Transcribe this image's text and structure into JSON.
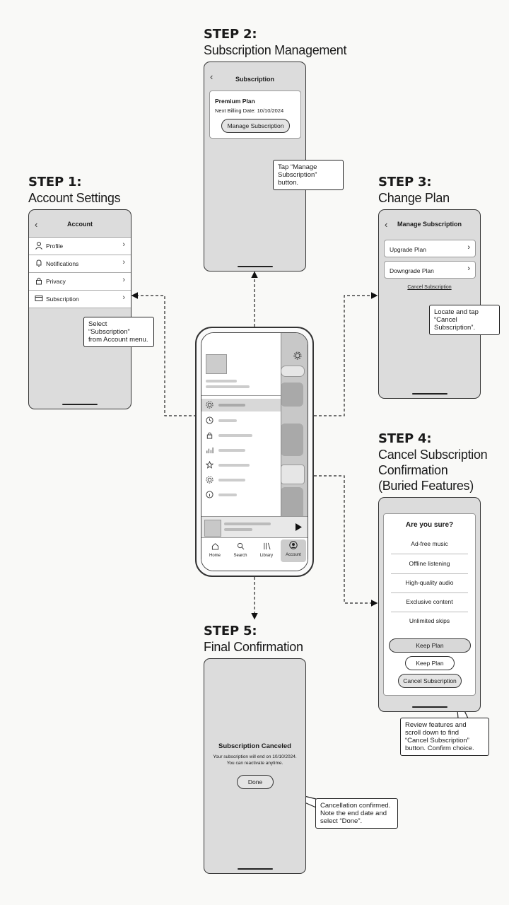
{
  "step1": {
    "number": "STEP 1:",
    "title": "Account Settings",
    "screen_title": "Account",
    "menu": [
      "Profile",
      "Notifications",
      "Privacy",
      "Subscription"
    ],
    "callout": [
      "Select",
      "“Subscription”",
      "from Account menu."
    ]
  },
  "step2": {
    "number": "STEP 2:",
    "title": "Subscription Management",
    "screen_title": "Subscription",
    "plan_name": "Premium Plan",
    "billing": "Next Billing Date: 10/10/2024",
    "button": "Manage Subscription",
    "callout": [
      "Tap “Manage",
      "Subscription”",
      "button."
    ]
  },
  "step3": {
    "number": "STEP 3:",
    "title": "Change Plan",
    "screen_title": "Manage Subscription",
    "options": [
      "Upgrade Plan",
      "Downgrade Plan"
    ],
    "cancel_link": "Cancel Subscription",
    "callout": [
      "Locate and tap",
      "“Cancel",
      "Subscription”."
    ]
  },
  "step4": {
    "number": "STEP 4:",
    "title_lines": [
      "Cancel Subscription",
      "Confirmation",
      "(Buried Features)"
    ],
    "heading": "Are you sure?",
    "features": [
      "Ad-free music",
      "Offline listening",
      "High-quality audio",
      "Exclusive content",
      "Unlimited skips"
    ],
    "keep_primary": "Keep Plan",
    "keep_secondary": "Keep Plan",
    "cancel_button": "Cancel Subscription",
    "callout": [
      "Review features and",
      "scroll down to find",
      "“Cancel Subscription”",
      "button. Confirm choice."
    ]
  },
  "step5": {
    "number": "STEP 5:",
    "title": "Final Confirmation",
    "heading": "Subscription Canceled",
    "message_lines": [
      "Your subscription will end on 10/10/2024.",
      "You can reactivate anytime."
    ],
    "button": "Done",
    "callout": [
      "Cancellation confirmed.",
      "Note the end date and",
      "select “Done”."
    ]
  },
  "center_phone": {
    "nav": [
      "Home",
      "Search",
      "Library",
      "Account"
    ],
    "active_nav": "Account"
  }
}
